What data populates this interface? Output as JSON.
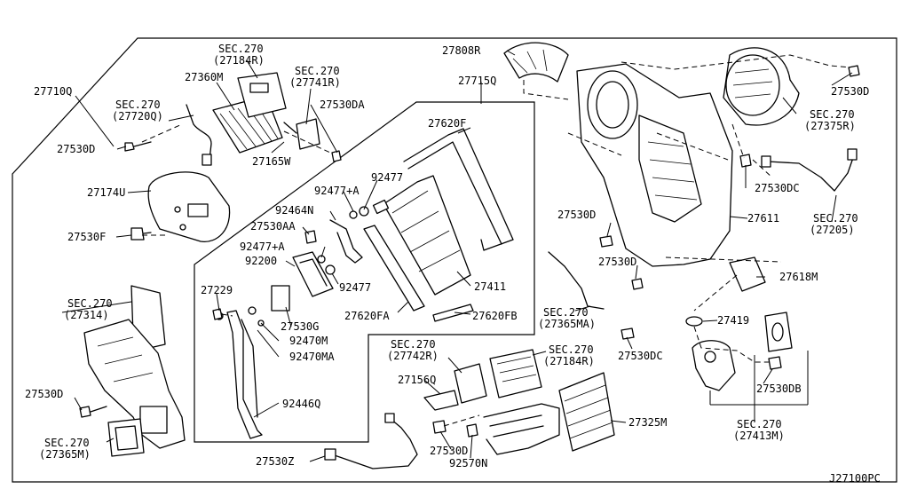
{
  "labels": {
    "p27710Q": "27710Q",
    "sec27184Ra1": "SEC.270",
    "sec27184Ra2": "(27184R)",
    "p27360M": "27360M",
    "sec27741R1": "SEC.270",
    "sec27741R2": "(27741R)",
    "sec27720Q1": "SEC.270",
    "sec27720Q2": "(27720Q)",
    "p27530DA": "27530DA",
    "p27530Da": "27530D",
    "p27165W": "27165W",
    "p27174U": "27174U",
    "p27530F": "27530F",
    "p27715Q": "27715Q",
    "p27808R": "27808R",
    "p27620F": "27620F",
    "p92477": "92477",
    "p92477A": "92477+A",
    "p92464N": "92464N",
    "p27530AA": "27530AA",
    "p92477Ab": "92477+A",
    "p92200": "92200",
    "p92477b": "92477",
    "p27229": "27229",
    "p27411": "27411",
    "p27620FA": "27620FA",
    "p27620FB": "27620FB",
    "p27530G": "27530G",
    "p92470M": "92470M",
    "p92470MA": "92470MA",
    "p92446Q": "92446Q",
    "sec27314a": "SEC.270",
    "sec27314b": "(27314)",
    "p27530Db": "27530D",
    "sec27365Ma1": "SEC.270",
    "sec27365Ma2": "(27365M)",
    "p27530Dtr": "27530D",
    "sec27375R1": "SEC.270",
    "sec27375R2": "(27375R)",
    "p27530DCa": "27530DC",
    "p27611": "27611",
    "sec27205a": "SEC.270",
    "sec27205b": "(27205)",
    "p27530Dc": "27530D",
    "p27530Dd": "27530D",
    "p27618M": "27618M",
    "sec27365MA1": "SEC.270",
    "sec27365MA2": "(27365MA)",
    "p27419": "27419",
    "p27530DCb": "27530DC",
    "p27530DB": "27530DB",
    "sec27413M1": "SEC.270",
    "sec27413M2": "(27413M)",
    "sec27742R1": "SEC.270",
    "sec27742R2": "(27742R)",
    "sec27184Rb1": "SEC.270",
    "sec27184Rb2": "(27184R)",
    "p27156Q": "27156Q",
    "p27325M": "27325M",
    "p27530De": "27530D",
    "p92570N": "92570N",
    "p27530Z": "27530Z",
    "diagramCode": "J27100PC"
  }
}
